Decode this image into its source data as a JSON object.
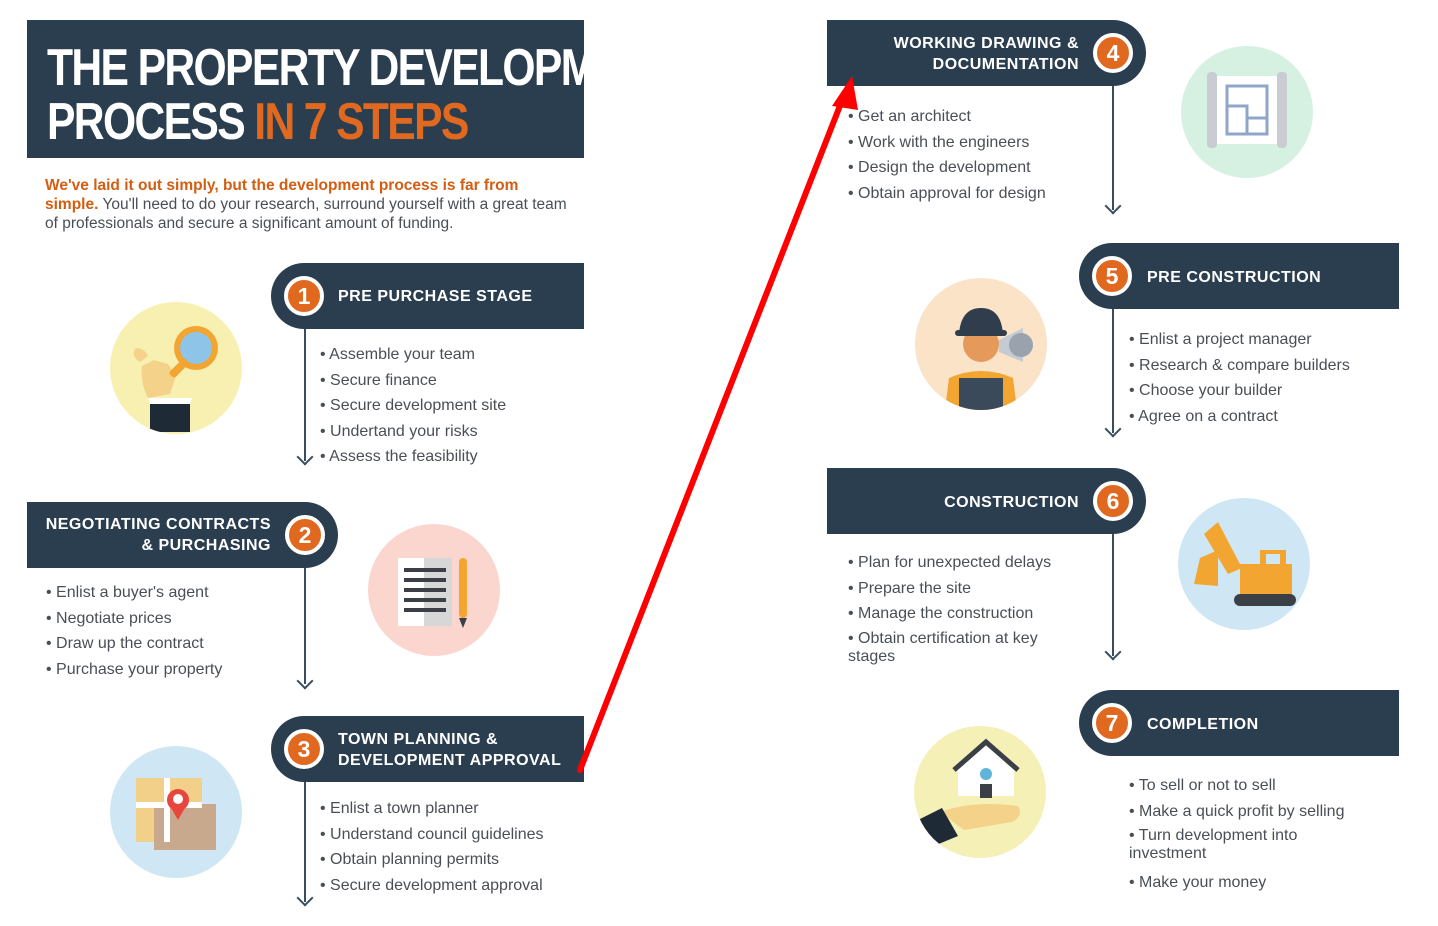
{
  "header": {
    "title_line1": "THE PROPERTY DEVELOPMENT",
    "title_line2_a": "PROCESS ",
    "title_line2_b": "IN 7 STEPS",
    "intro_highlight": "We've laid it out simply, but the development process is far from simple.",
    "intro_rest": " You'll need to do your research, surround yourself with a great team of professionals and secure a significant amount of funding."
  },
  "steps": [
    {
      "number": "1",
      "title": "PRE PURCHASE STAGE",
      "items": [
        "Assemble your team",
        "Secure finance",
        "Secure development site",
        "Undertand your risks",
        "Assess the feasibility"
      ],
      "icon": "magnifier-icon"
    },
    {
      "number": "2",
      "title_line1": "NEGOTIATING CONTRACTS",
      "title_line2": "& PURCHASING",
      "items": [
        "Enlist a buyer's agent",
        "Negotiate prices",
        "Draw up the contract",
        "Purchase your property"
      ],
      "icon": "document-pen-icon"
    },
    {
      "number": "3",
      "title_line1": "TOWN PLANNING &",
      "title_line2": "DEVELOPMENT APPROVAL",
      "items": [
        "Enlist a town planner",
        "Understand council guidelines",
        "Obtain planning permits",
        "Secure development approval"
      ],
      "icon": "map-pin-icon"
    },
    {
      "number": "4",
      "title_line1": "WORKING DRAWING &",
      "title_line2": "DOCUMENTATION",
      "items": [
        "Get an architect",
        "Work with the engineers",
        "Design the development",
        "Obtain approval for design"
      ],
      "icon": "blueprint-icon"
    },
    {
      "number": "5",
      "title": "PRE CONSTRUCTION",
      "items": [
        "Enlist a project manager",
        "Research & compare builders",
        "Choose your builder",
        "Agree on a contract"
      ],
      "icon": "worker-megaphone-icon"
    },
    {
      "number": "6",
      "title": "CONSTRUCTION",
      "items": [
        "Plan for unexpected delays",
        "Prepare the site",
        "Manage the construction",
        "Obtain certification at key stages"
      ],
      "icon": "excavator-icon"
    },
    {
      "number": "7",
      "title": "COMPLETION",
      "items": [
        "To sell or not to sell",
        "Make a quick profit by selling",
        "Turn development into investment",
        "Make your money"
      ],
      "icon": "house-in-hand-icon"
    }
  ],
  "colors": {
    "navy": "#2b3e4f",
    "orange": "#e0681f",
    "annotation_arrow": "#ff0000"
  }
}
